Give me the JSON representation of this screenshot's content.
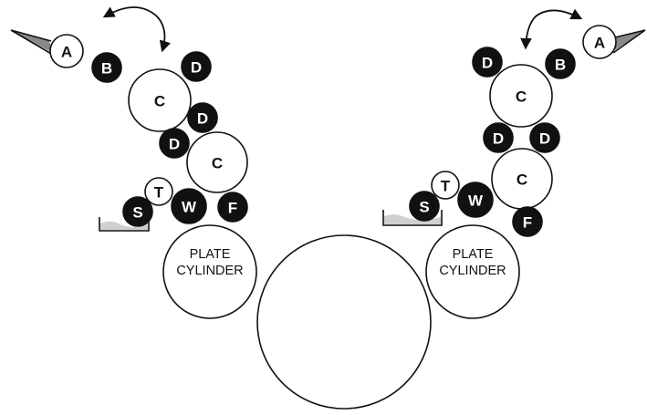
{
  "labels": {
    "ductor_roller": "A",
    "ductor_blade_roller": "B",
    "distributor_roller": "C",
    "drum_roller": "D",
    "fountain_roller": "S",
    "transfer_roller": "T",
    "water_form_roller": "W",
    "form_roller": "F",
    "plate_line1": "PLATE",
    "plate_line2": "CYLINDER"
  },
  "colors": {
    "ink": "#111111",
    "paper": "#ffffff",
    "fountain_fill": "#cfcfcf",
    "ductor_tray_fill": "#888888"
  }
}
